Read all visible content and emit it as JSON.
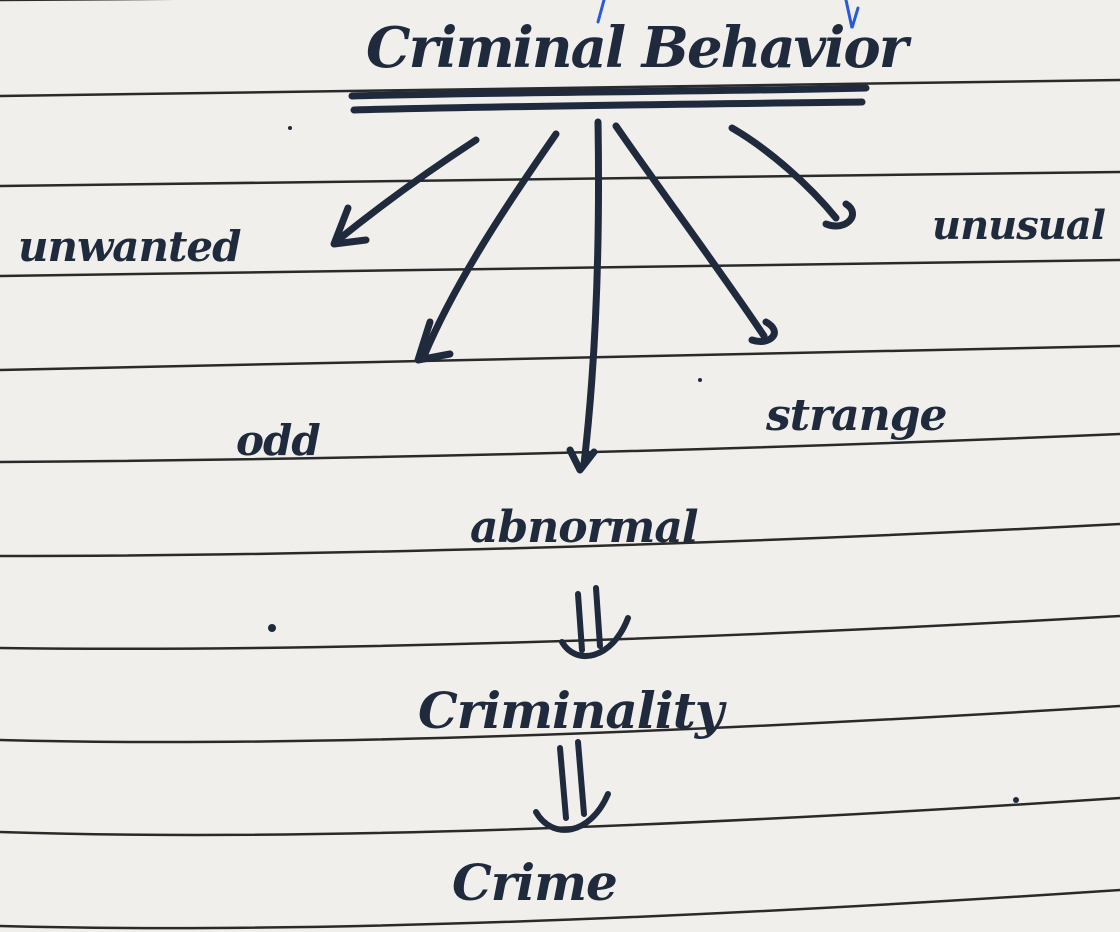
{
  "diagram": {
    "title": "Criminal Behavior",
    "branches": [
      "unwanted",
      "odd",
      "abnormal",
      "strange",
      "unusual"
    ],
    "chain": [
      "Criminality",
      "Crime"
    ]
  },
  "colors": {
    "ink": "#1f2a3c",
    "pen_blue": "#2a5ad8",
    "paper": "#f1efec",
    "rule": "#222222"
  }
}
